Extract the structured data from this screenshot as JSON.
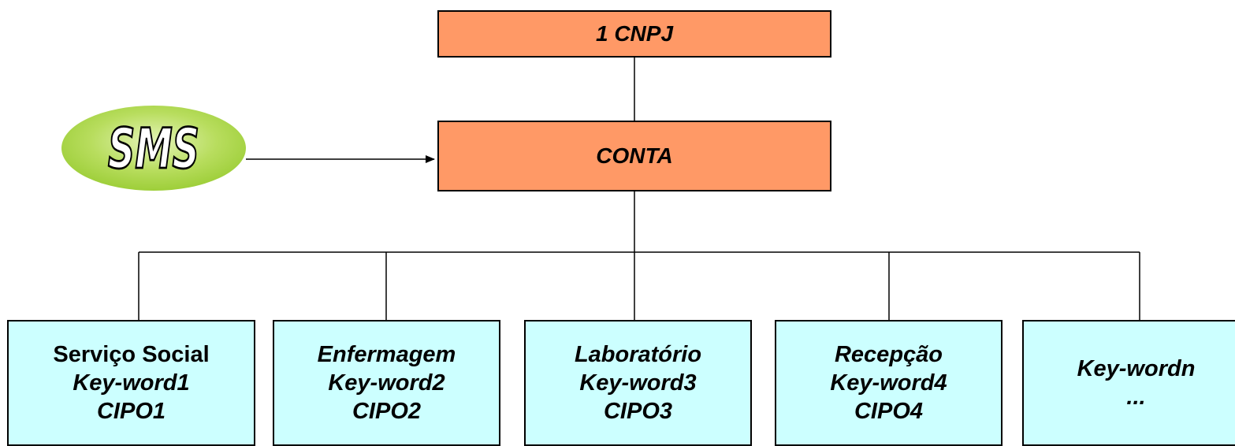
{
  "nodes": {
    "top": {
      "label": "1 CNPJ"
    },
    "account": {
      "label": "CONTA"
    },
    "sms": {
      "label": "SMS"
    },
    "children": [
      {
        "line1": "Serviço Social",
        "line2": "Key-word1",
        "line3": "CIPO1"
      },
      {
        "line1": "Enfermagem",
        "line2": "Key-word2",
        "line3": "CIPO2"
      },
      {
        "line1": "Laboratório",
        "line2": "Key-word3",
        "line3": "CIPO3"
      },
      {
        "line1": "Recepção",
        "line2": "Key-word4",
        "line3": "CIPO4"
      },
      {
        "line1": "Key-wordn",
        "line2": "..."
      }
    ]
  },
  "colors": {
    "parent_fill": "#ff9966",
    "child_fill": "#ccffff",
    "sms_fill": "#99cc33",
    "sms_highlight": "#e4f4b8",
    "line": "#000000"
  }
}
